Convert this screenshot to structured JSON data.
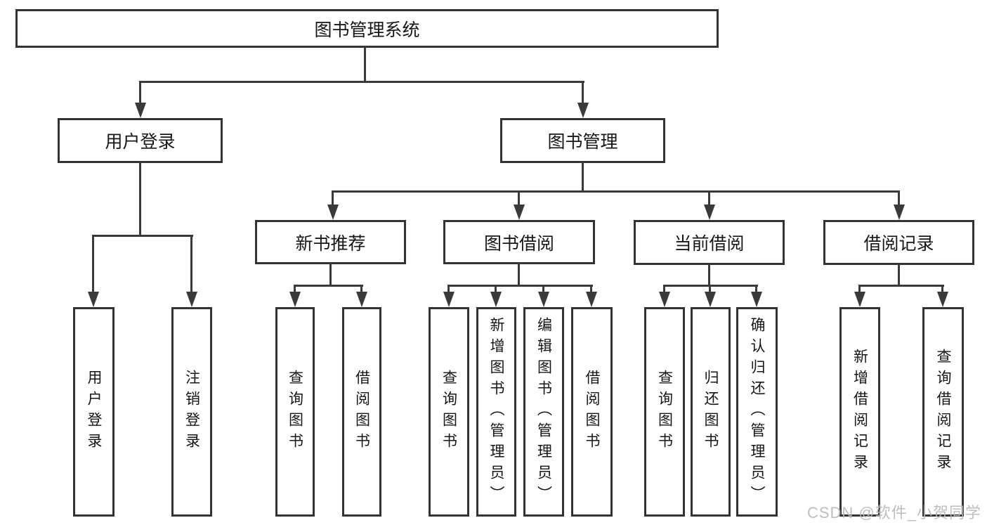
{
  "diagram": {
    "title": "图书管理系统",
    "nodes": {
      "root": "图书管理系统",
      "user_login": "用户登录",
      "book_mgmt": "图书管理",
      "new_book_rec": "新书推荐",
      "book_borrow": "图书借阅",
      "current_borrow": "当前借阅",
      "borrow_record": "借阅记录",
      "leaf_user_login": "用户登录",
      "leaf_logout": "注销登录",
      "leaf_query_book_a": "查询图书",
      "leaf_borrow_book_a": "借阅图书",
      "leaf_query_book_b": "查询图书",
      "leaf_add_book_admin": "新增图书（管理员）",
      "leaf_edit_book_admin": "编辑图书（管理员）",
      "leaf_borrow_book_b": "借阅图书",
      "leaf_query_book_c": "查询图书",
      "leaf_return_book": "归还图书",
      "leaf_confirm_return_admin": "确认归还（管理员）",
      "leaf_add_borrow_record": "新增借阅记录",
      "leaf_query_borrow_record": "查询借阅记录"
    }
  },
  "watermark": "CSDN @软件_小贺同学",
  "colors": {
    "background": "#ffffff",
    "line": "#3a3a3a",
    "box_border": "#333333",
    "text": "#161616",
    "watermark": "#b9b9b9"
  }
}
